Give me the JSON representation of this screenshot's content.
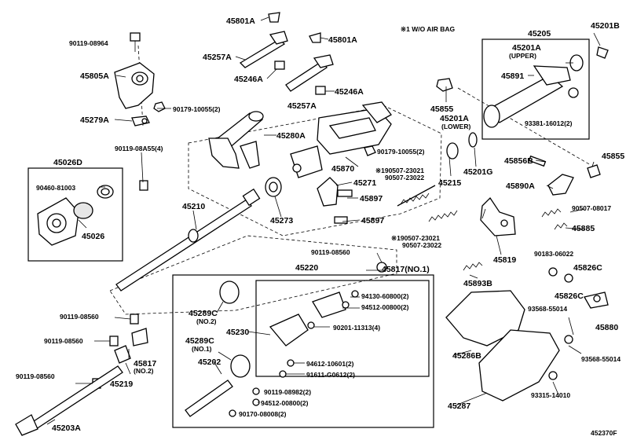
{
  "note": "※1 W/O AIR BAG",
  "code": "452370F",
  "labels": {
    "p45801A_1": "45801A",
    "p45801A_2": "45801A",
    "p45257A_1": "45257A",
    "p45257A_2": "45257A",
    "p45246A_1": "45246A",
    "p45246A_2": "45246A",
    "p90119_08964": "90119-08964",
    "p45805A": "45805A",
    "p90179_10055_a": "90179-10055(2)",
    "p45279A": "45279A",
    "p45280A": "45280A",
    "p90119_08A55": "90119-08A55(4)",
    "p45026D": "45026D",
    "p90460_81003": "90460-81003",
    "p45026": "45026",
    "p45210": "45210",
    "p45273": "45273",
    "p45271": "45271",
    "p45897_1": "45897",
    "p45897_2": "45897",
    "p45870": "45870",
    "p45855_1": "45855",
    "p45201A_lower": "45201A",
    "lower": "(LOWER)",
    "p90179_10055_b": "90179-10055(2)",
    "p190507_a1": "※190507-23021",
    "p90507_a2": "90507-23022",
    "p45215": "45215",
    "p45201G": "45201G",
    "p190507_b1": "※190507-23021",
    "p90507_b2": "90507-23022",
    "p45205": "45205",
    "p45201B": "45201B",
    "p45201A_upper": "45201A",
    "upper": "(UPPER)",
    "p45891": "45891",
    "p93381_16012": "93381-16012(2)",
    "p45856B": "45856B",
    "p45855_2": "45855",
    "p45890A": "45890A",
    "p90507_08017": "90507-08017",
    "p45885": "45885",
    "p45819": "45819",
    "p90119_08560_a": "90119-08560",
    "p45817_no1": "45817(NO.1)",
    "p45220": "45220",
    "p45893B": "45893B",
    "p90183_06022": "90183-06022",
    "p45826C_1": "45826C",
    "p45826C_2": "45826C",
    "p94130_60800": "94130-60800(2)",
    "p94512_00800_a": "94512-00800(2)",
    "p90201_11313": "90201-11313(4)",
    "p45289C_1": "45289C",
    "no2_a": "(NO.2)",
    "p45289C_2": "45289C",
    "no1": "(NO.1)",
    "p45230": "45230",
    "p45202": "45202",
    "p94612_10601": "94612-10601(2)",
    "p91611_G0612": "91611-G0612(2)",
    "p90119_08982": "90119-08982(2)",
    "p94512_00800_b": "94512-00800(2)",
    "p90170_08008": "90170-08008(2)",
    "p90119_08560_b": "90119-08560",
    "p90119_08560_c": "90119-08560",
    "p90119_08560_d": "90119-08560",
    "p45817_no2_a": "45817",
    "p45817_no2_b": "(NO.2)",
    "p45219": "45219",
    "p45203A": "45203A",
    "p93568_55014_1": "93568-55014",
    "p93568_55014_2": "93568-55014",
    "p45880": "45880",
    "p45286B": "45286B",
    "p45287": "45287",
    "p93315_14010": "93315-14010"
  }
}
